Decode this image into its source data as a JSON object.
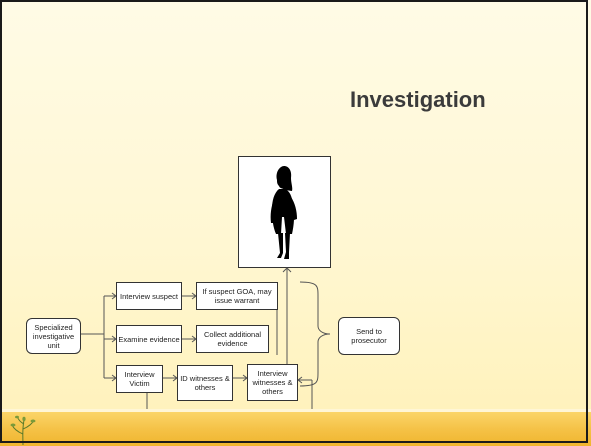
{
  "slide": {
    "title": "Investigation",
    "photo_icon": "silhouette-woman-icon",
    "logo_icon": "plant-sprig-icon",
    "accent_color": "#f5c247",
    "background_color": "#fff7d2"
  },
  "flow": {
    "start": "Specialized investigative unit",
    "interview_suspect": "Interview suspect",
    "if_suspect": "If suspect GOA, may issue warrant",
    "examine_evidence": "Examine evidence",
    "collect_evidence": "Collect additional evidence",
    "interview_victim": "Interview Victim",
    "id_witnesses": "ID witnesses & others",
    "interview_witnesses": "Interview witnesses & others",
    "send_prosecutor": "Send to prosecutor"
  }
}
